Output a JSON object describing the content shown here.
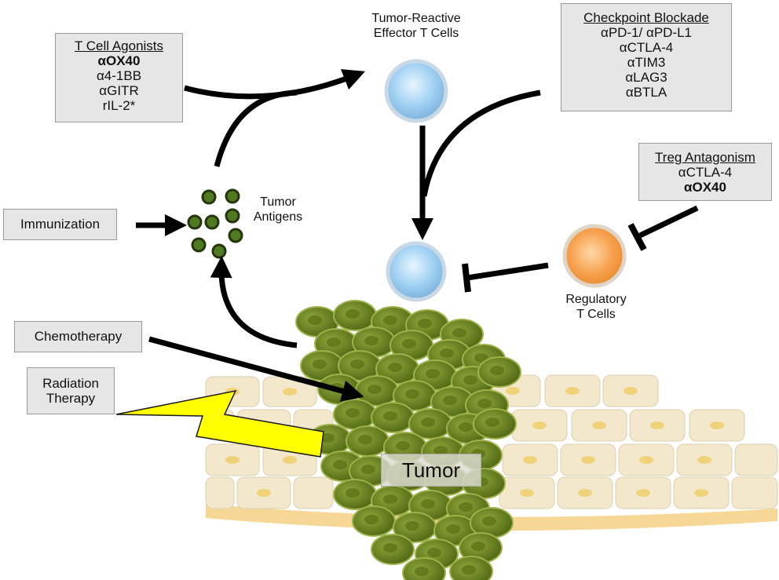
{
  "effector": {
    "label_line1": "Tumor-Reactive",
    "label_line2": "Effector T Cells"
  },
  "agonists": {
    "title": "T Cell Agonists",
    "items": [
      "αOX40",
      "α4-1BB",
      "αGITR",
      "rIL-2*"
    ]
  },
  "checkpoint": {
    "title": "Checkpoint Blockade",
    "items": [
      "αPD-1/ αPD-L1",
      "αCTLA-4",
      "αTIM3",
      "αLAG3",
      "αBTLA"
    ]
  },
  "treg_antagonism": {
    "title": "Treg Antagonism",
    "items": [
      "αCTLA-4",
      "αOX40"
    ]
  },
  "antigens": {
    "label_line1": "Tumor",
    "label_line2": "Antigens"
  },
  "immunization": {
    "label": "Immunization"
  },
  "regulatory": {
    "label_line1": "Regulatory",
    "label_line2": "T Cells"
  },
  "chemotherapy": {
    "label": "Chemotherapy"
  },
  "radiation": {
    "label_line1": "Radiation",
    "label_line2": "Therapy"
  },
  "tumor": {
    "label": "Tumor"
  },
  "colors": {
    "effector_cell": "#9fd0f2",
    "regulatory_cell": "#f7a04d",
    "tumor_cell": "#6f8a1e",
    "normal_cell": "#f3e8cc",
    "lightning": "#ffff00"
  }
}
